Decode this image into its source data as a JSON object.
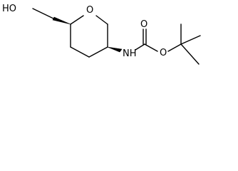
{
  "molecule": {
    "atom_labels": {
      "hydroxyl": "HO",
      "ring_oxygen": "O",
      "amine": "NH",
      "carbonyl_oxygen": "O",
      "ester_oxygen": "O"
    }
  }
}
